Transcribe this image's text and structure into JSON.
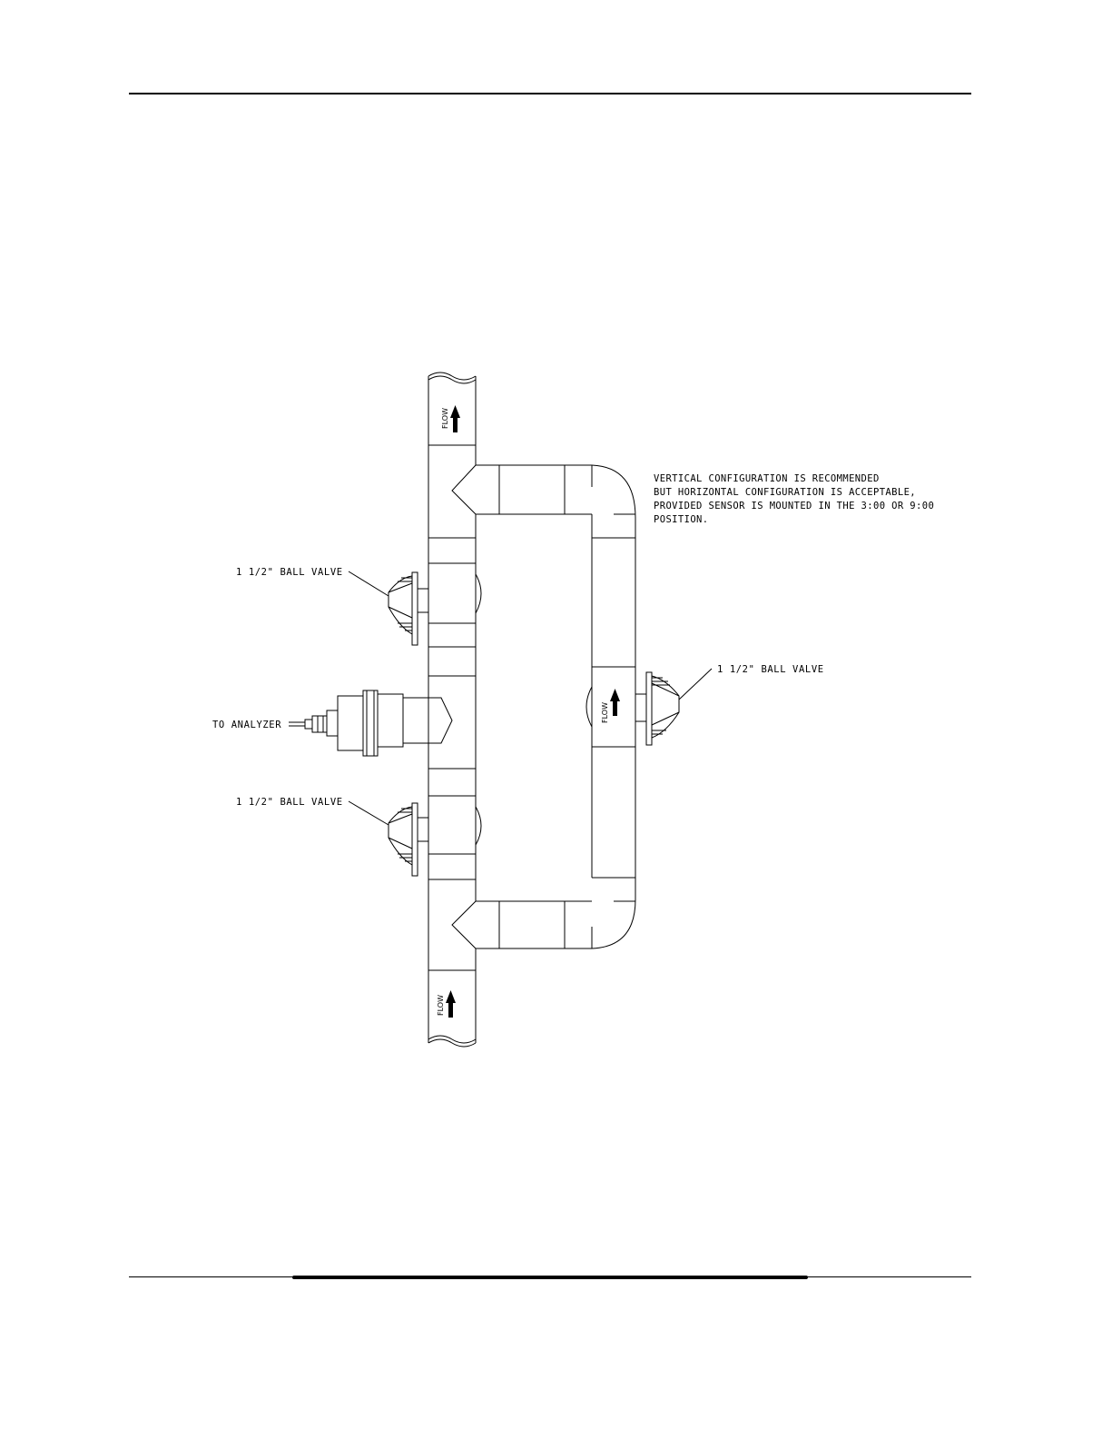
{
  "diagram": {
    "note_lines": [
      "VERTICAL CONFIGURATION IS RECOMMENDED",
      "BUT HORIZONTAL CONFIGURATION IS ACCEPTABLE,",
      "PROVIDED SENSOR IS MOUNTED IN THE 3:00 OR 9:00",
      "POSITION."
    ],
    "labels": {
      "ball_valve_upper_left": "1 1/2\" BALL VALVE",
      "ball_valve_lower_left": "1 1/2\" BALL VALVE",
      "ball_valve_right": "1 1/2\" BALL VALVE",
      "to_analyzer": "TO ANALYZER"
    },
    "flow_labels": {
      "top": "FLOW",
      "bottom": "FLOW",
      "bypass": "FLOW"
    }
  }
}
